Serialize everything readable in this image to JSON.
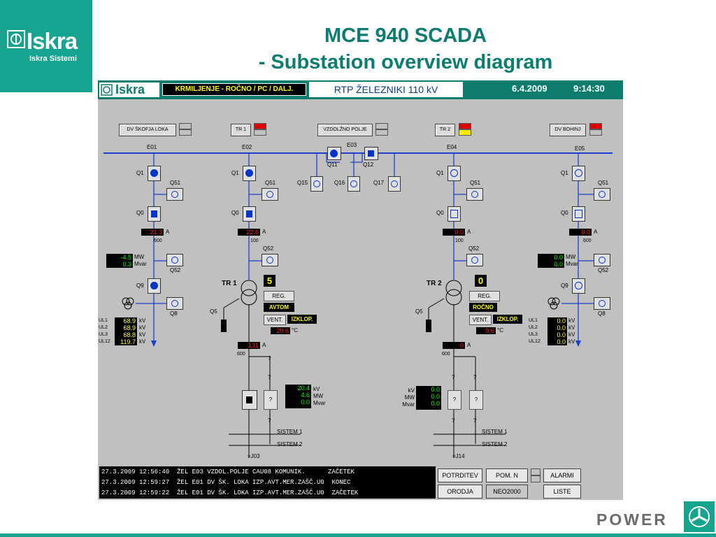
{
  "brand": {
    "name": "Iskra",
    "subtitle": "Iskra Sistemi"
  },
  "slide": {
    "title_line1": "MCE 940 SCADA",
    "title_line2": "- Substation overview diagram"
  },
  "header": {
    "logo": "Iskra",
    "mode": "KRMILJENJE -  ROČNO / PC / DALJ.",
    "station": "RTP ŽELEZNIKI 110 kV",
    "date": "6.4.2009",
    "time": "9:14:30"
  },
  "bays": {
    "b1": "DV ŠKOFJA LOKA",
    "b2": "TR 1",
    "b3": "VZDOLŽNO POLJE",
    "b4": "TR 2",
    "b5": "DV BOHINJ"
  },
  "bus": {
    "e01": "E01",
    "e02": "E02",
    "e03": "E03",
    "e04": "E04",
    "e05": "E05"
  },
  "sw": {
    "q1": "Q1",
    "q51": "Q51",
    "q0": "Q0",
    "q52": "Q52",
    "q9": "Q9",
    "q8": "Q8",
    "q5": "Q5",
    "q11": "Q11",
    "q12": "Q12",
    "q15": "Q15",
    "q16": "Q16",
    "q17": "Q17"
  },
  "units": {
    "a": "A",
    "mw": "MW",
    "mvar": "Mvar",
    "kv": "kV",
    "c": "°C"
  },
  "feeder1": {
    "amps": "21.3",
    "ct": "600",
    "mw": "-4.5",
    "mvar": "0.3",
    "ul_labels": [
      "UL1",
      "UL2",
      "UL3",
      "UL12"
    ],
    "ul": [
      "68.9",
      "68.9",
      "68.8",
      "119.7"
    ]
  },
  "tr1": {
    "amps": "22.6",
    "ct": "100",
    "name": "TR 1",
    "tap": "5",
    "reg": "REG.",
    "mode": "AVTOM",
    "vent": "VENT.",
    "vent_state": "IZKLOP.",
    "temp": "29.6",
    "lv_amps": "131",
    "lv_ct": "600",
    "kv": "20.4",
    "mw": "4.6",
    "mvar": "0.0",
    "sys1": "SISTEM 1",
    "sys2": "SISTEM 2",
    "code": "=J03"
  },
  "tr2": {
    "amps": "0.0",
    "ct": "100",
    "name": "TR 2",
    "tap": "0",
    "reg": "REG.",
    "mode": "ROČNO",
    "vent": "VENT.",
    "vent_state": "IZKLOP.",
    "temp": "9.6",
    "lv_amps": "0",
    "lv_ct": "600",
    "kv": "0.0",
    "mw": "0.0",
    "mvar": "0.0",
    "sys1": "SISTEM 1",
    "sys2": "SISTEM 2",
    "code": "=J14"
  },
  "feeder5": {
    "amps": "0.0",
    "ct": "600",
    "mw": "0.0",
    "mvar": "0.0",
    "ul_labels": [
      "UL1",
      "UL2",
      "UL3",
      "UL12"
    ],
    "ul": [
      "0.0",
      "0.0",
      "0.0",
      "0.0"
    ]
  },
  "qmark": "?",
  "log": {
    "rows": [
      "27.3.2009 12:56:40  ŽEL E03 VZDOL.POLJE CAU08 KOMUNIK.      ZAČETEK",
      "27.3.2009 12:59:27  ŽEL E01 DV ŠK. LOKA IZP.AVT.MER.ZAŠČ.U0  KONEC",
      "27.3.2009 12:59:22  ŽEL E01 DV ŠK. LOKA IZP.AVT.MER.ZAŠČ.U0  ZAČETEK"
    ]
  },
  "buttons": {
    "potrditev": "POTRDITEV",
    "pomn": "POM. N",
    "alarmi": "ALARMI",
    "orodja": "ORODJA",
    "neo": "NEO2000",
    "liste": "LISTE"
  },
  "footer": {
    "power": "POWER"
  },
  "colors": {
    "brand": "#16a38f",
    "busbar": "#0033cc",
    "closed": "#0033cc",
    "alarm_red": "#e00000",
    "alarm_yellow": "#ffee00"
  }
}
